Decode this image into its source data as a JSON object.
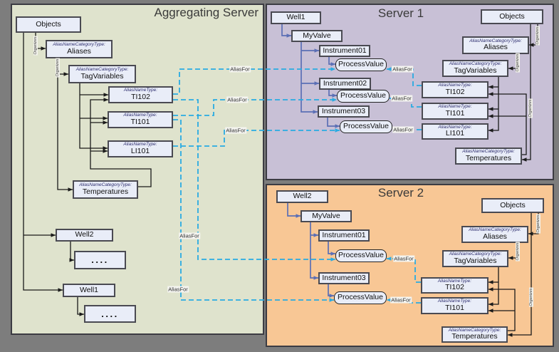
{
  "panels": {
    "aggregating": {
      "title": "Aggregating Server"
    },
    "server1": {
      "title": "Server 1"
    },
    "server2": {
      "title": "Server 2"
    }
  },
  "edge_labels": {
    "alias_for": "AliasFor",
    "organizes": "Organizes"
  },
  "type_headers": {
    "category": "AliasNameCategoryType:",
    "alias": "AliasNameType:"
  },
  "colors": {
    "aggregating_bg": "#dfe3cd",
    "server1_bg": "#c8c0d6",
    "server2_bg": "#f8c795",
    "node_bg": "#e9edf8",
    "alias_line": "#29abe2",
    "tree_line": "#5b6fb5",
    "black_line": "#1a1a1a"
  },
  "nodes": [
    {
      "id": "agg_objects",
      "panel": "aggregating",
      "label": "Objects"
    },
    {
      "id": "agg_aliases",
      "panel": "aggregating",
      "header": "category",
      "label": "Aliases"
    },
    {
      "id": "agg_tagvars",
      "panel": "aggregating",
      "header": "category",
      "label": "TagVariables"
    },
    {
      "id": "agg_ti102",
      "panel": "aggregating",
      "header": "alias",
      "label": "TI102"
    },
    {
      "id": "agg_ti101",
      "panel": "aggregating",
      "header": "alias",
      "label": "TI101"
    },
    {
      "id": "agg_li101",
      "panel": "aggregating",
      "header": "alias",
      "label": "LI101"
    },
    {
      "id": "agg_temps",
      "panel": "aggregating",
      "header": "category",
      "label": "Temperatures"
    },
    {
      "id": "agg_well2",
      "panel": "aggregating",
      "label": "Well2"
    },
    {
      "id": "agg_dots2",
      "panel": "aggregating",
      "label": "....",
      "big": true
    },
    {
      "id": "agg_well1",
      "panel": "aggregating",
      "label": "Well1"
    },
    {
      "id": "agg_dots1",
      "panel": "aggregating",
      "label": "....",
      "big": true
    },
    {
      "id": "s1_well1",
      "panel": "server1",
      "label": "Well1"
    },
    {
      "id": "s1_myvalve",
      "panel": "server1",
      "label": "MyValve"
    },
    {
      "id": "s1_inst01",
      "panel": "server1",
      "label": "Instrument01"
    },
    {
      "id": "s1_pv1",
      "panel": "server1",
      "label": "ProcessValue",
      "shape": "rounded"
    },
    {
      "id": "s1_inst02",
      "panel": "server1",
      "label": "Instrument02"
    },
    {
      "id": "s1_pv2",
      "panel": "server1",
      "label": "ProcessValue",
      "shape": "rounded"
    },
    {
      "id": "s1_inst03",
      "panel": "server1",
      "label": "Instrument03"
    },
    {
      "id": "s1_pv3",
      "panel": "server1",
      "label": "ProcessValue",
      "shape": "rounded"
    },
    {
      "id": "s1_objects",
      "panel": "server1",
      "label": "Objects"
    },
    {
      "id": "s1_aliases",
      "panel": "server1",
      "header": "category",
      "label": "Aliases"
    },
    {
      "id": "s1_tagvars",
      "panel": "server1",
      "header": "category",
      "label": "TagVariables"
    },
    {
      "id": "s1_ti102",
      "panel": "server1",
      "header": "alias",
      "label": "TI102"
    },
    {
      "id": "s1_ti101",
      "panel": "server1",
      "header": "alias",
      "label": "TI101"
    },
    {
      "id": "s1_li101",
      "panel": "server1",
      "header": "alias",
      "label": "LI101"
    },
    {
      "id": "s1_temps",
      "panel": "server1",
      "header": "category",
      "label": "Temperatures"
    },
    {
      "id": "s2_well2",
      "panel": "server2",
      "label": "Well2"
    },
    {
      "id": "s2_myvalve",
      "panel": "server2",
      "label": "MyValve"
    },
    {
      "id": "s2_inst01",
      "panel": "server2",
      "label": "Instrument01"
    },
    {
      "id": "s2_pv1",
      "panel": "server2",
      "label": "ProcessValue",
      "shape": "rounded"
    },
    {
      "id": "s2_inst03",
      "panel": "server2",
      "label": "Instrument03"
    },
    {
      "id": "s2_pv2",
      "panel": "server2",
      "label": "ProcessValue",
      "shape": "rounded"
    },
    {
      "id": "s2_objects",
      "panel": "server2",
      "label": "Objects"
    },
    {
      "id": "s2_aliases",
      "panel": "server2",
      "header": "category",
      "label": "Aliases"
    },
    {
      "id": "s2_tagvars",
      "panel": "server2",
      "header": "category",
      "label": "TagVariables"
    },
    {
      "id": "s2_ti102",
      "panel": "server2",
      "header": "alias",
      "label": "TI102"
    },
    {
      "id": "s2_ti101",
      "panel": "server2",
      "header": "alias",
      "label": "TI101"
    },
    {
      "id": "s2_temps",
      "panel": "server2",
      "header": "category",
      "label": "Temperatures"
    }
  ]
}
